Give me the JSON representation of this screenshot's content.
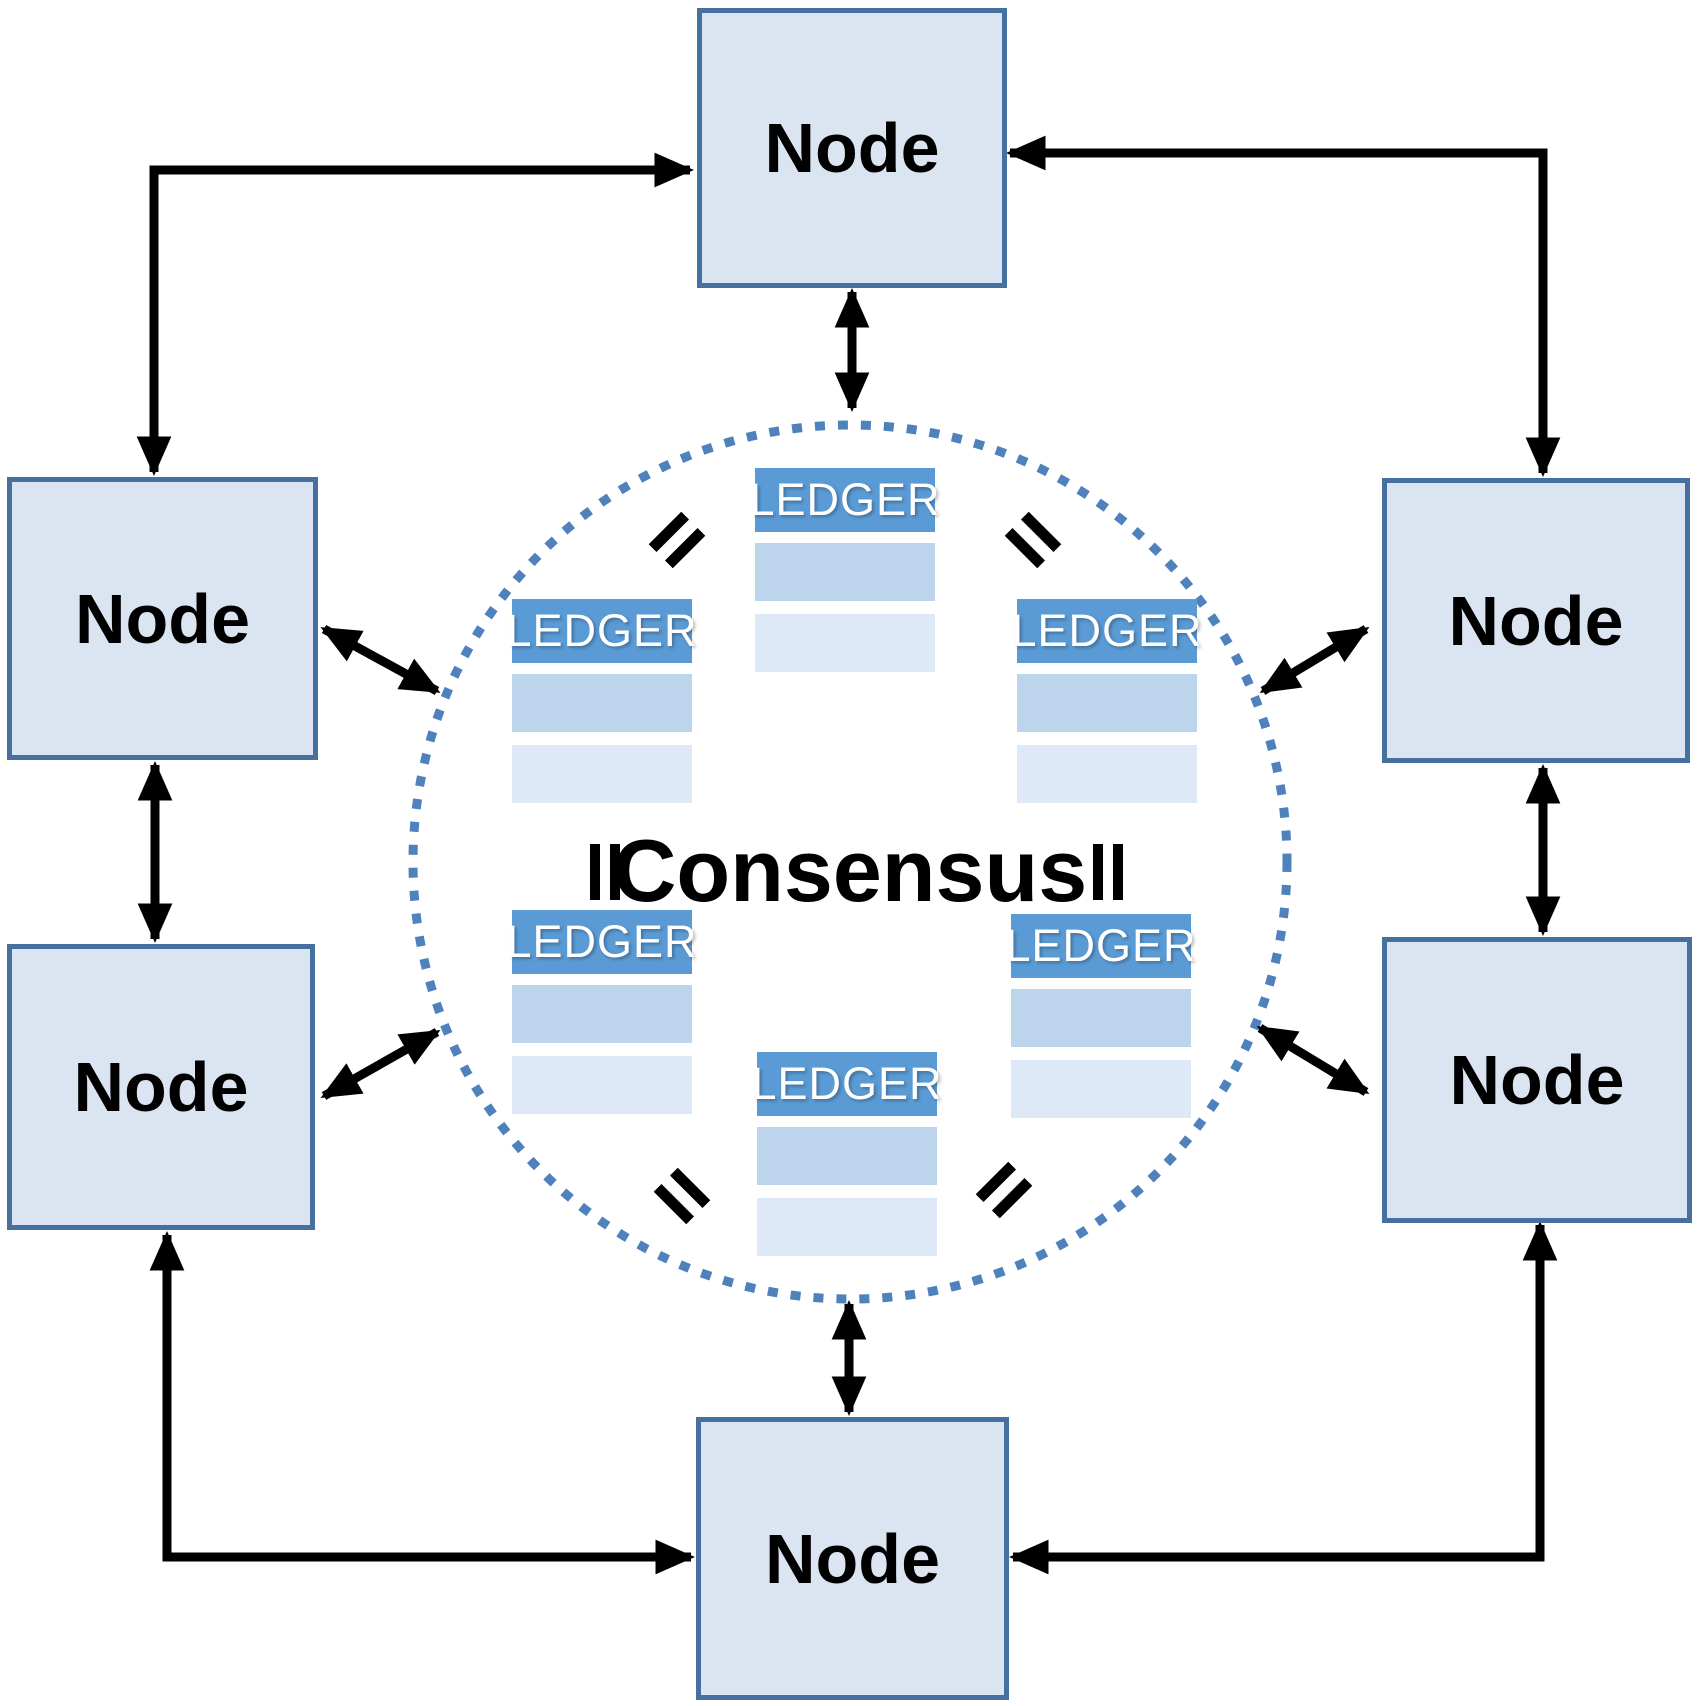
{
  "diagram": {
    "description": "Peer-to-peer blockchain network: six Node boxes connected by double-headed arrows around a dotted Consensus circle holding six identical LEDGER copies marked equal",
    "center_label": "Consensus"
  },
  "labels": {
    "node": "Node",
    "ledger": "LEDGER",
    "consensus": "Consensus"
  },
  "nodes": [
    {
      "id": "top",
      "label": "Node"
    },
    {
      "id": "left-upper",
      "label": "Node"
    },
    {
      "id": "right-upper",
      "label": "Node"
    },
    {
      "id": "left-lower",
      "label": "Node"
    },
    {
      "id": "right-lower",
      "label": "Node"
    },
    {
      "id": "bottom",
      "label": "Node"
    }
  ],
  "ledgers": [
    {
      "id": "top",
      "header": "LEDGER",
      "rows": 2
    },
    {
      "id": "mid-left",
      "header": "LEDGER",
      "rows": 2
    },
    {
      "id": "mid-right",
      "header": "LEDGER",
      "rows": 2
    },
    {
      "id": "low-left",
      "header": "LEDGER",
      "rows": 2
    },
    {
      "id": "low-right",
      "header": "LEDGER",
      "rows": 2
    },
    {
      "id": "bottom-center",
      "header": "LEDGER",
      "rows": 2
    }
  ],
  "equals_marks": [
    {
      "id": "top-left"
    },
    {
      "id": "top-right"
    },
    {
      "id": "mid-left"
    },
    {
      "id": "mid-right"
    },
    {
      "id": "bottom-left"
    },
    {
      "id": "bottom-right"
    }
  ],
  "colors": {
    "node_fill": "#dbe5f1",
    "node_border": "#46709e",
    "ledger_header": "#5b9bd5",
    "ledger_row_medium": "#bcd5ec",
    "ledger_row_light": "#dde9f6",
    "circle_dot": "#4f81bd",
    "arrow": "#000000",
    "text": "#000000"
  }
}
